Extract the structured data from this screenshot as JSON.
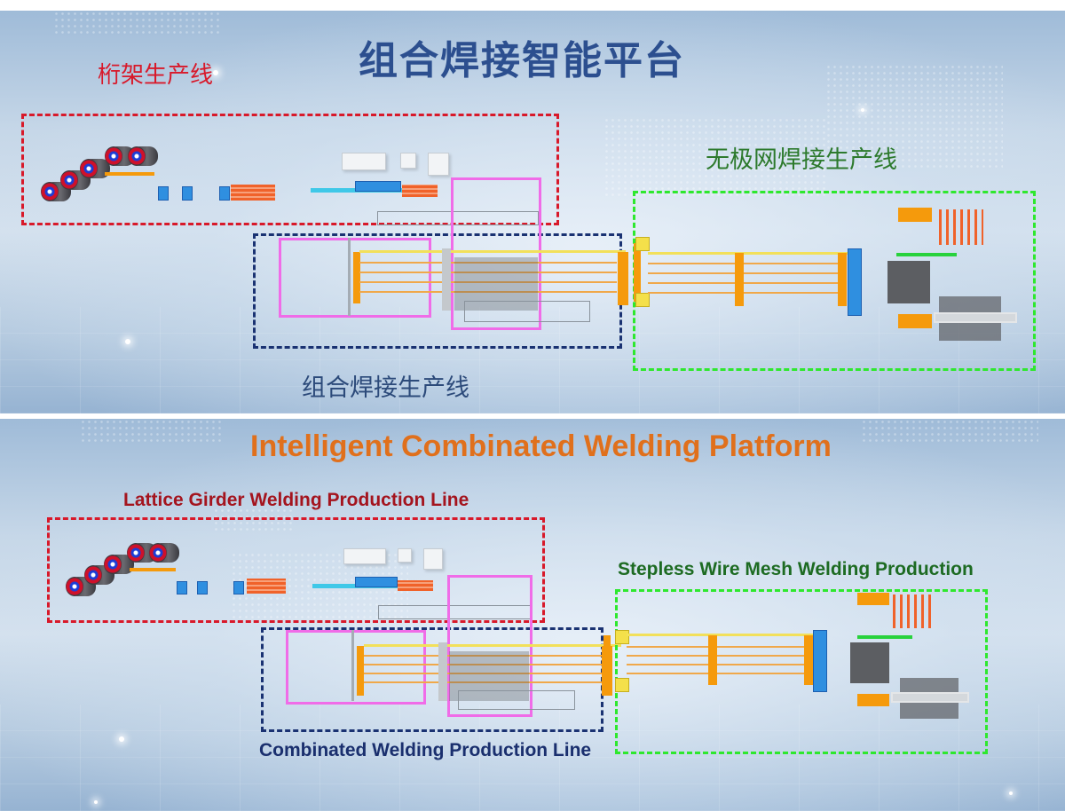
{
  "panels": [
    {
      "language": "zh",
      "title": "组合焊接智能平台",
      "sections": {
        "lattice_girder": {
          "label": "桁架生产线",
          "color": "#d8192a"
        },
        "combinated": {
          "label": "组合焊接生产线",
          "color": "#2c4a7a"
        },
        "stepless_mesh": {
          "label": "无极网焊接生产线",
          "color": "#2d7a2d"
        }
      }
    },
    {
      "language": "en",
      "title": "Intelligent Combinated Welding Platform",
      "sections": {
        "lattice_girder": {
          "label": "Lattice Girder Welding Production Line",
          "color": "#a4141e"
        },
        "combinated": {
          "label": "Combinated Welding Production Line",
          "color": "#1a2f6e"
        },
        "stepless_mesh": {
          "label": "Stepless Wire Mesh Welding Production",
          "color": "#1d6b22"
        }
      }
    }
  ],
  "colors": {
    "title_cn": "#2c4f8f",
    "title_en": "#e0701c",
    "box_lattice": "#d8192a",
    "box_combinated": "#1a3272",
    "box_mesh": "#2ee82e",
    "gantry": "#f06ce8"
  }
}
